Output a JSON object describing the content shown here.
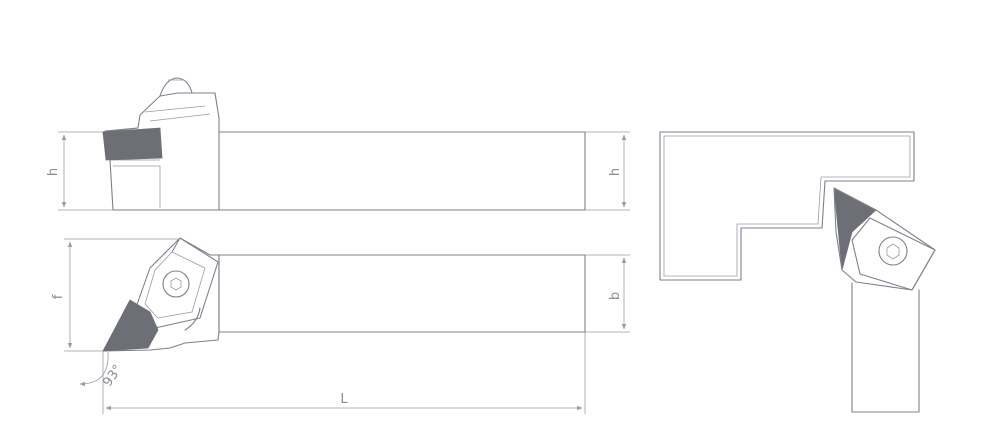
{
  "labels": {
    "h_left": "h",
    "h_right": "h",
    "f": "f",
    "b": "b",
    "L": "L",
    "angle": "93°"
  },
  "colors": {
    "line": "#7e818c",
    "insert": "#6e6f76",
    "dimension": "#9a9ca6"
  }
}
